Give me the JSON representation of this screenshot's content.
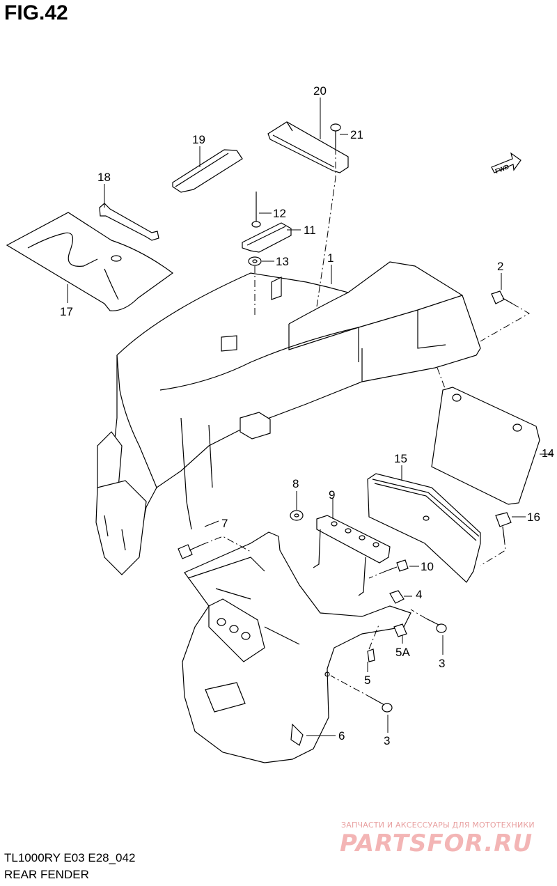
{
  "figure": {
    "title": "FIG.42"
  },
  "footer": {
    "model": "TL1000RY E03 E28_042",
    "section": "REAR FENDER"
  },
  "watermark": {
    "caption": "ЗАПЧАСТИ И АКСЕССУАРЫ ДЛЯ МОТОТЕХНИКИ",
    "logo": "PARTSFOR.RU",
    "color": "#f3b5b5"
  },
  "direction_badge": "FWD",
  "callouts": {
    "c1": "1",
    "c2": "2",
    "c3a": "3",
    "c3b": "3",
    "c4": "4",
    "c5": "5",
    "c5a": "5A",
    "c6": "6",
    "c7": "7",
    "c8": "8",
    "c9": "9",
    "c10": "10",
    "c11": "11",
    "c12": "12",
    "c13": "13",
    "c14": "14",
    "c15": "15",
    "c16": "16",
    "c17": "17",
    "c18": "18",
    "c19": "19",
    "c20": "20",
    "c21": "21"
  }
}
